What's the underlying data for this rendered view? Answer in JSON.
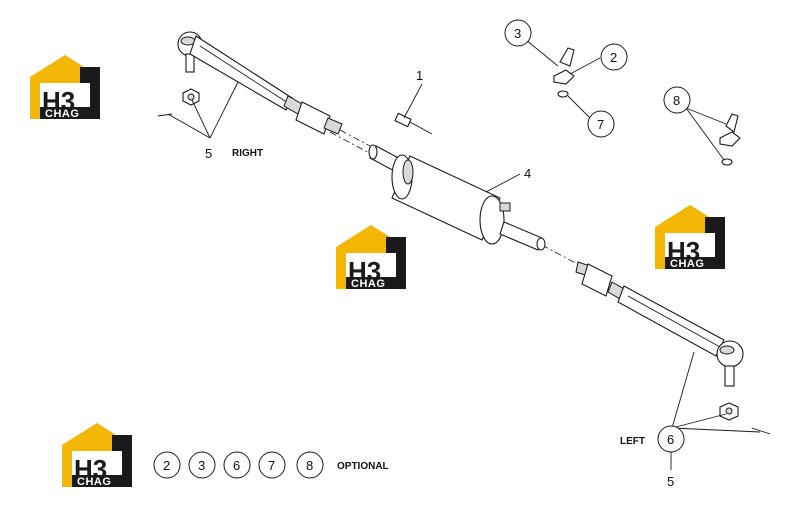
{
  "labels": {
    "right": "RIGHT",
    "left": "LEFT",
    "optional": "OPTIONAL"
  },
  "callouts": {
    "c1": "1",
    "c2": "2",
    "c3": "3",
    "c4": "4",
    "c5_right": "5",
    "c5_left": "5",
    "c6": "6",
    "c7": "7",
    "c8": "8"
  },
  "optional_items": [
    "2",
    "3",
    "6",
    "7",
    "8"
  ],
  "watermark": {
    "mark": "H3",
    "text": "CHAG",
    "colors": {
      "yellow": "#f2b705",
      "black": "#1a1a1a"
    }
  }
}
